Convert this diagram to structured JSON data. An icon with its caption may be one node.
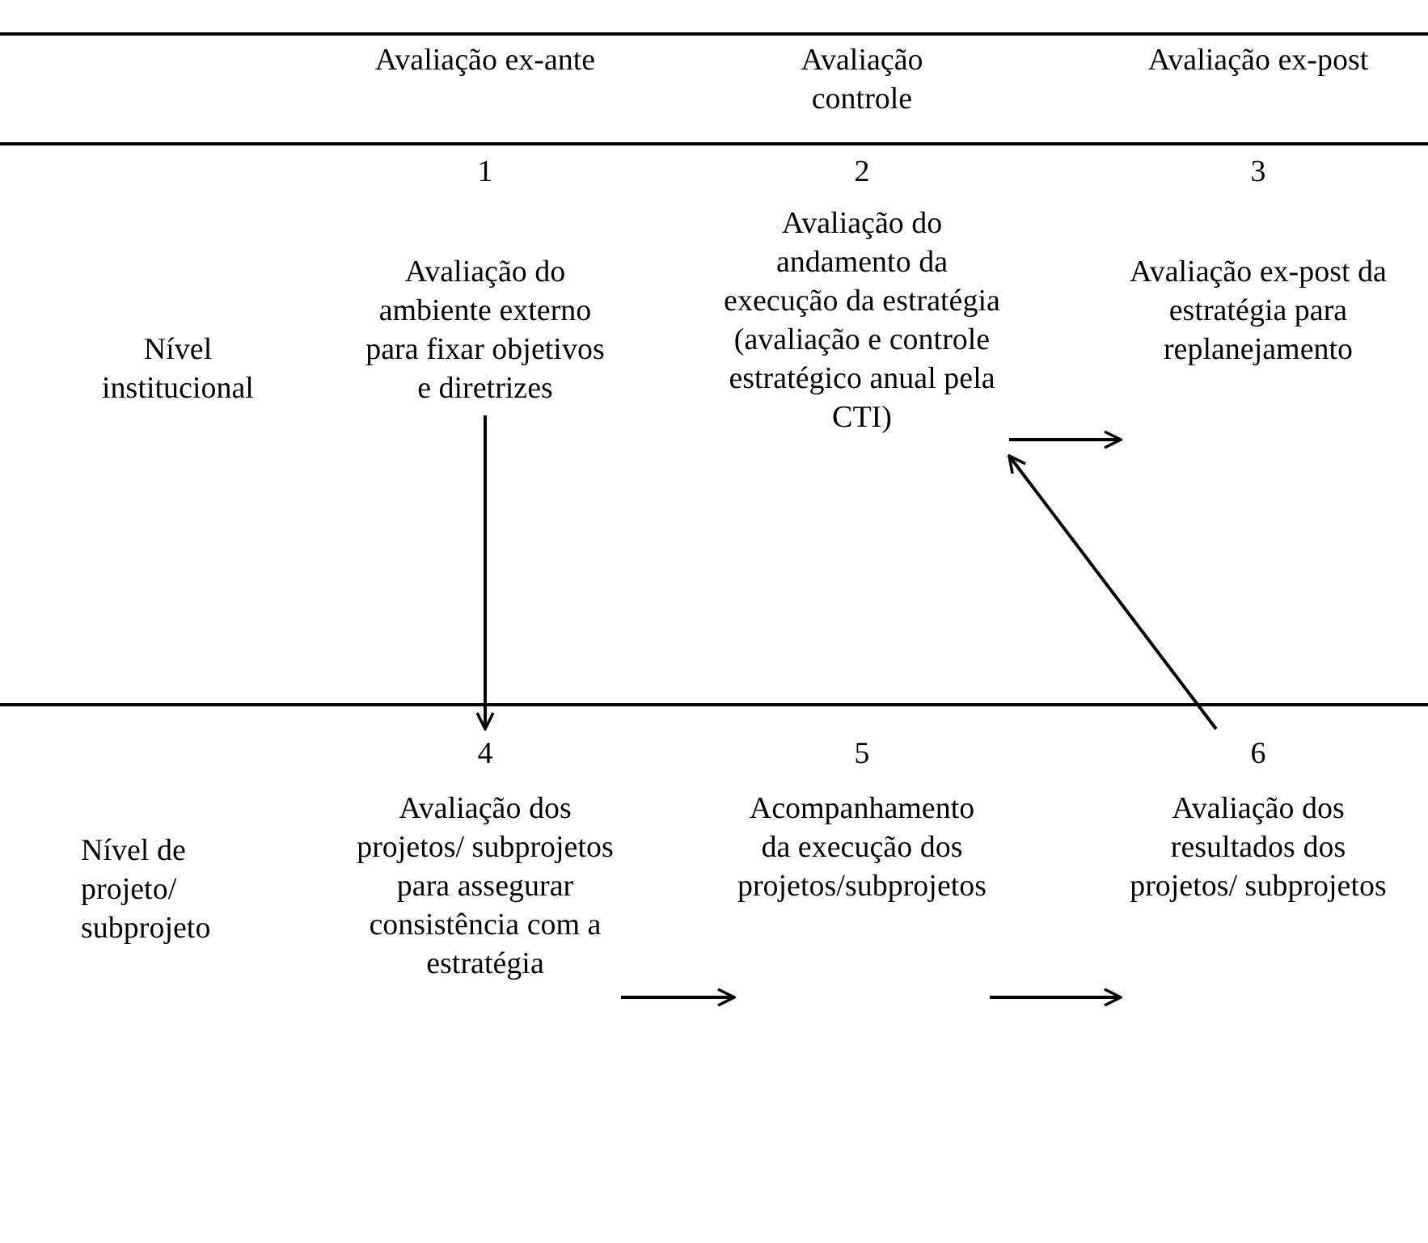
{
  "diagram": {
    "nodes": [
      {
        "text": [
          "1",
          "Avaliação do ambiente externo para fixar objetivos e diretrizes"
        ]
      },
      {
        "text": [
          "2",
          "Avaliação do andamento da execução da estratégia (avaliação e controle estratégico anual pela CTI)"
        ]
      },
      {
        "text": [
          "3",
          "Avaliação ex-post da estratégia para replanejamento"
        ]
      },
      {
        "text": [
          "4",
          "Avaliação dos projetos/ subprojetos para assegurar consistência com a estratégia"
        ]
      },
      {
        "text": [
          "5",
          "Acompanhamento da execução dos projetos/subprojetos"
        ]
      },
      {
        "text": [
          "6",
          "Avaliação dos resultados dos projetos/ subprojetos"
        ]
      }
    ],
    "edges": [
      {
        "from": 0,
        "to": 3,
        "arrow": "to"
      },
      {
        "from": 1,
        "to": 2,
        "arrow": "to"
      },
      {
        "from": 5,
        "to": 1,
        "arrow": "to"
      },
      {
        "from": 3,
        "to": 4,
        "arrow": "to"
      },
      {
        "from": 4,
        "to": 5,
        "arrow": "to"
      }
    ],
    "labels": [
      "Avaliação ex-ante",
      "Avaliação controle",
      "Avaliação ex-post",
      "Nível institucional",
      "Nível de projeto/ subprojeto"
    ]
  }
}
